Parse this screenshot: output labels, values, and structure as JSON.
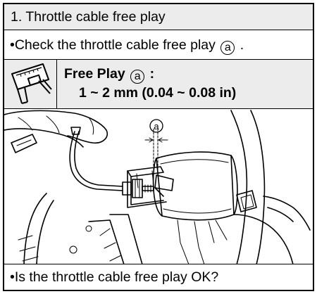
{
  "header": {
    "title": "1. Throttle cable free play"
  },
  "instruction": {
    "bullet": "•",
    "text_before": "Check the throttle cable free play",
    "marker": "a",
    "text_after": "."
  },
  "spec": {
    "icon": "caliper-icon",
    "label": "Free Play",
    "marker": "a",
    "colon": ":",
    "value": "1 ~ 2 mm (0.04 ~ 0.08 in)"
  },
  "illustration": {
    "marker": "a"
  },
  "question": {
    "bullet": "•",
    "text": "Is the throttle cable free play OK?"
  }
}
